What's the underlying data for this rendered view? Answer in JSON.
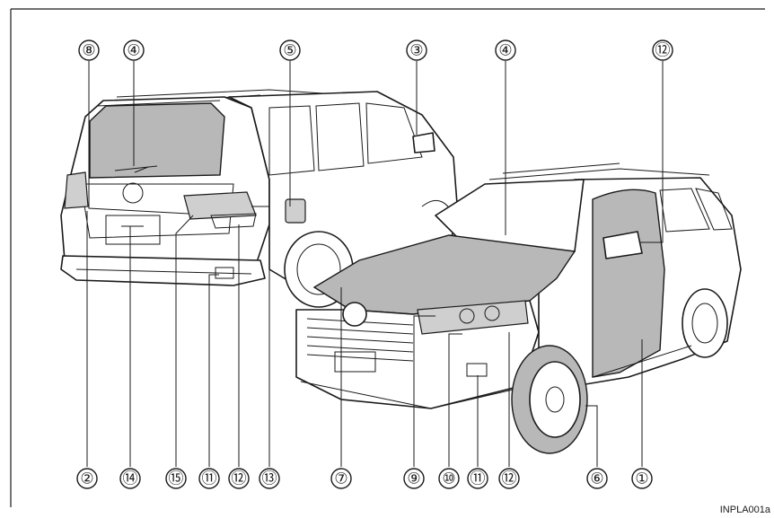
{
  "figure": {
    "code": "INPLA001a"
  },
  "callouts_top": [
    {
      "id": "c8",
      "label": "⑧"
    },
    {
      "id": "c4a",
      "label": "④"
    },
    {
      "id": "c5",
      "label": "⑤"
    },
    {
      "id": "c3",
      "label": "③"
    },
    {
      "id": "c4b",
      "label": "④"
    },
    {
      "id": "c12a",
      "label": "⑫"
    }
  ],
  "callouts_bottom": [
    {
      "id": "c2",
      "label": "②"
    },
    {
      "id": "c14",
      "label": "⑭"
    },
    {
      "id": "c15",
      "label": "⑮"
    },
    {
      "id": "c11a",
      "label": "⑪"
    },
    {
      "id": "c12b",
      "label": "⑫"
    },
    {
      "id": "c13",
      "label": "⑬"
    },
    {
      "id": "c7",
      "label": "⑦"
    },
    {
      "id": "c9",
      "label": "⑨"
    },
    {
      "id": "c10",
      "label": "⑩"
    },
    {
      "id": "c11b",
      "label": "⑪"
    },
    {
      "id": "c12c",
      "label": "⑫"
    },
    {
      "id": "c6",
      "label": "⑥"
    },
    {
      "id": "c1",
      "label": "①"
    }
  ]
}
